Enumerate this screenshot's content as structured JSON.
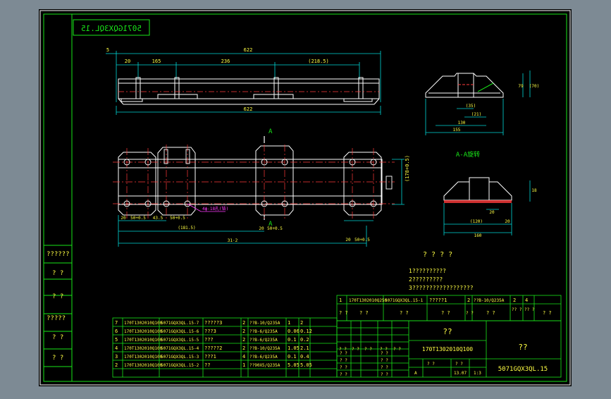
{
  "colors": {
    "window_bg": "#7d8a94",
    "paper": "#000000",
    "frame": "#ffffff",
    "border_green": "#19e619",
    "outline_white": "#ffffff",
    "dim_cyan": "#00d7d7",
    "center_red": "#ff3b3b",
    "title_yellow": "#ffff44",
    "note_magenta": "#ff3cff"
  },
  "drawing": {
    "mirrored_code": "5071GQX3QL.15",
    "top_view": {
      "overall_top": "622",
      "overall_bottom": "622",
      "left_offset": "5",
      "segments": [
        "20",
        "165",
        "236",
        "(218.5)"
      ]
    },
    "plan_view": {
      "section_mark": "A",
      "section_mark_bottom": "A",
      "hole_note": "4ϕ-18孔(铻)",
      "height_dim": "(178+0.5)",
      "bottom_dims": [
        "20",
        "50+0.5",
        "43.5",
        "50+0.5",
        "20",
        "50+0.5",
        "20",
        "50+0.5"
      ],
      "span_dim": "(181.5)",
      "overall_dim": "31·2"
    },
    "side_view": {
      "dims": [
        "(35)",
        "(21)",
        "130",
        "155",
        "79",
        "(70)"
      ]
    },
    "section_view": {
      "title": "A-A旋转",
      "dims": [
        "18",
        "20",
        "(120)",
        "20",
        "160"
      ]
    },
    "notes": {
      "title": "? ? ? ?",
      "lines": [
        "1??????????",
        "2?????????",
        "3??????????????????"
      ]
    }
  },
  "left_stamp": [
    "??????",
    "? ?",
    "? ?",
    "?????",
    "? ?",
    "? ?"
  ],
  "bom": [
    [
      "7",
      "170T1302010Q100",
      "5071GQX3QL.15-7",
      "?????3",
      "2",
      "??B-10/Q235A",
      "1",
      "2"
    ],
    [
      "6",
      "170T1302010Q100",
      "5071GQX3QL.15-6",
      "???3",
      "2",
      "??B-6/Q235A",
      "0.06",
      "0.12"
    ],
    [
      "5",
      "170T1302010Q100",
      "5071GQX3QL.15-5",
      "???",
      "2",
      "??B-6/Q235A",
      "0.1",
      "0.2"
    ],
    [
      "4",
      "170T1302010Q100",
      "5071GQX3QL.15-4",
      "?????2",
      "2",
      "??B-10/Q235A",
      "1.05",
      "2.1"
    ],
    [
      "3",
      "170T1302010Q100",
      "5071GQX3QL.15-3",
      "???1",
      "4",
      "??B-6/Q235A",
      "0.1",
      "0.4"
    ],
    [
      "2",
      "170T1302010Q100",
      "5071GQX3QL.15-2",
      "??",
      "1",
      "??90X5/Q235A",
      "5.05",
      "5.05"
    ],
    [
      "1",
      "170T1302010Q250",
      "5071GQX3QL.15-1",
      "?????1",
      "2",
      "??B-10/Q235A",
      "2",
      "4"
    ]
  ],
  "bom_header": [
    "? ?",
    "? ?",
    "? ?",
    "? ?",
    "? ?",
    "? ?",
    "?? ?",
    "?? ?",
    "? ?"
  ],
  "title_block": {
    "name": "??",
    "part_code": "170T1302010Q100",
    "drawing_code": "5071GQX3QL.15",
    "company": "??",
    "rev_row": [
      "? ?",
      "? ?",
      "? ?",
      "? ?",
      "? ?",
      "? ?"
    ],
    "sign_rows": [
      [
        "? ?",
        "? ?"
      ],
      [
        "? ?",
        "? ?"
      ],
      [
        "? ?",
        "? ?"
      ],
      [
        "? ?",
        "? ?"
      ],
      [
        "? ?",
        "? ?"
      ]
    ],
    "stage_label": "A",
    "sheet_info": "13.07",
    "scale": "1:3",
    "weight_label": "? ?",
    "count_label": "? ?"
  }
}
